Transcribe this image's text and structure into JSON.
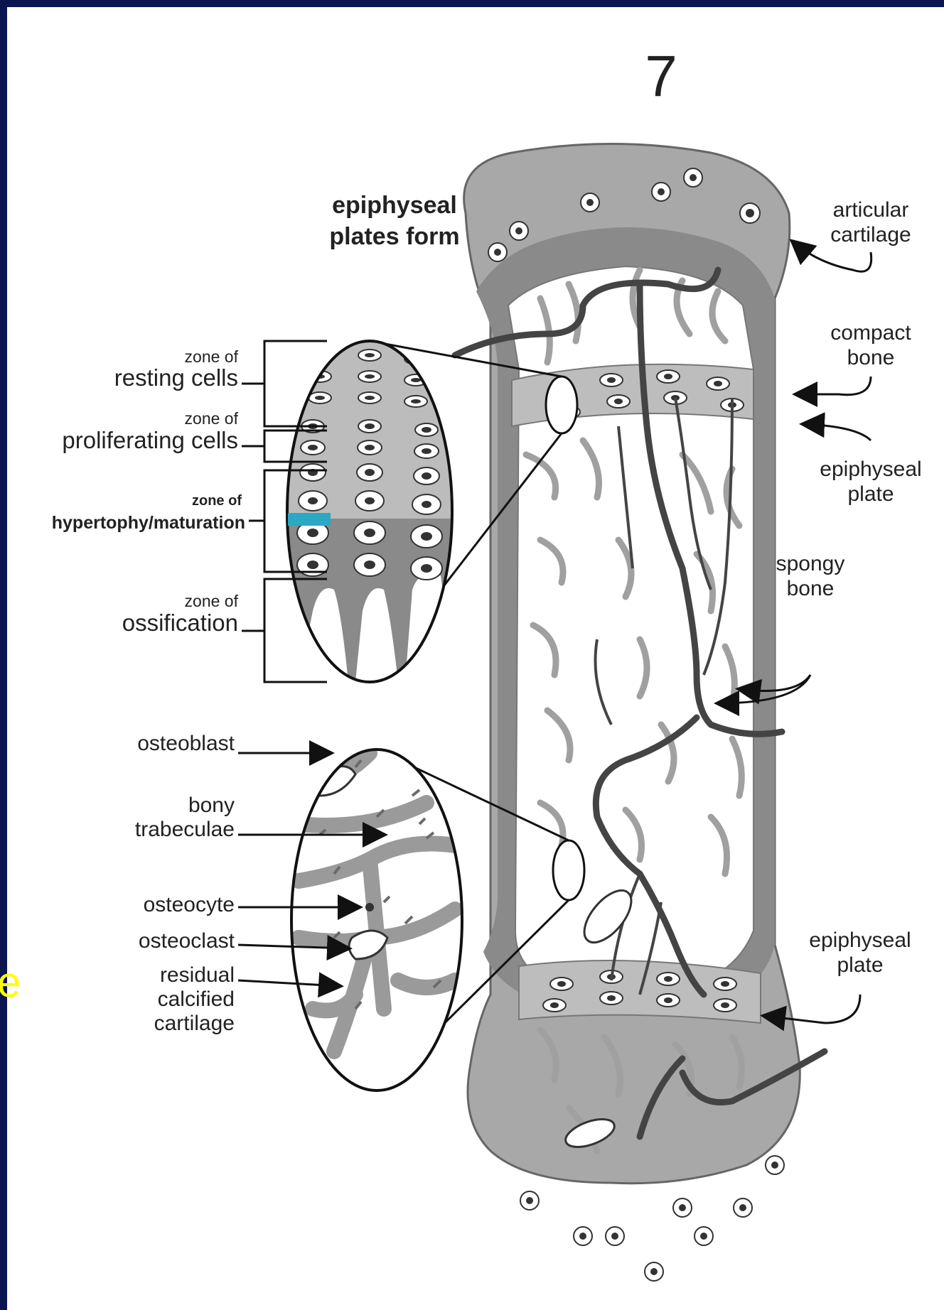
{
  "slide": {
    "background": "#0b1650",
    "edge_text": "e",
    "edge_text_color": "#ffff00"
  },
  "diagram": {
    "step_number": "7",
    "title_line1": "epiphyseal",
    "title_line2": "plates form",
    "right_labels": {
      "articular_1": "articular",
      "articular_2": "cartilage",
      "compact_1": "compact",
      "compact_2": "bone",
      "epi_top_1": "epiphyseal",
      "epi_top_2": "plate",
      "spongy_1": "spongy",
      "spongy_2": "bone",
      "epi_bot_1": "epiphyseal",
      "epi_bot_2": "plate"
    },
    "zones": {
      "resting_small": "zone of",
      "resting_big": "resting cells",
      "prolif_small": "zone of",
      "prolif_big": "proliferating cells",
      "hyper_small": "zone of",
      "hyper_big": "hypertophy/maturation",
      "ossif_small": "zone of",
      "ossif_big": "ossification"
    },
    "lower_labels": {
      "osteoblast": "osteoblast",
      "bony_1": "bony",
      "bony_2": "trabeculae",
      "osteocyte": "osteocyte",
      "osteoclast": "osteoclast",
      "residual_1": "residual",
      "residual_2": "calcified",
      "residual_3": "cartilage"
    },
    "highlight_color": "#2aa8c4"
  }
}
